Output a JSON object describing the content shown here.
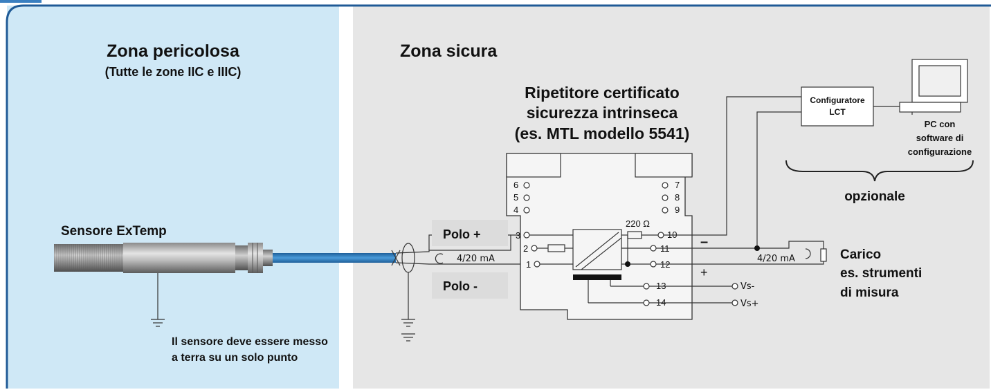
{
  "zones": {
    "hazardous_title": "Zona pericolosa",
    "hazardous_subtitle": "(Tutte le zone IIC e IIIC)",
    "safe_title": "Zona sicura"
  },
  "sensor": {
    "label": "Sensore ExTemp"
  },
  "grounding_note": {
    "line1": "Il sensore deve essere messo",
    "line2": "a terra su un solo punto"
  },
  "repeater": {
    "title_line1": "Ripetitore certificato",
    "title_line2": "sicurezza intrinseca",
    "title_line3": "(es. MTL modello 5541)",
    "terminals_left": [
      "6",
      "5",
      "4",
      "3",
      "2",
      "1"
    ],
    "terminals_right": [
      "7",
      "8",
      "9",
      "10",
      "11",
      "12",
      "13",
      "14"
    ],
    "resistor": "220 Ω"
  },
  "loop": {
    "pole_plus": "Polo +",
    "pole_minus": "Polo -",
    "current_in": "4/20 mA",
    "current_out": "4/20 mA",
    "minus_sign": "–",
    "plus_sign": "+",
    "vs_minus": "Vs-",
    "vs_plus": "Vs+"
  },
  "configurator": {
    "line1": "Configuratore",
    "line2": "LCT"
  },
  "pc": {
    "line1": "PC con",
    "line2": "software di",
    "line3": "configurazione"
  },
  "optional_label": "opzionale",
  "load": {
    "line1": "Carico",
    "line2": "es. strumenti",
    "line3": "di misura"
  },
  "colors": {
    "hazardous_bg": "#cfe8f6",
    "safe_bg": "#e6e6e6",
    "frame": "#1f5a96",
    "cable": "#2f7fc4"
  }
}
